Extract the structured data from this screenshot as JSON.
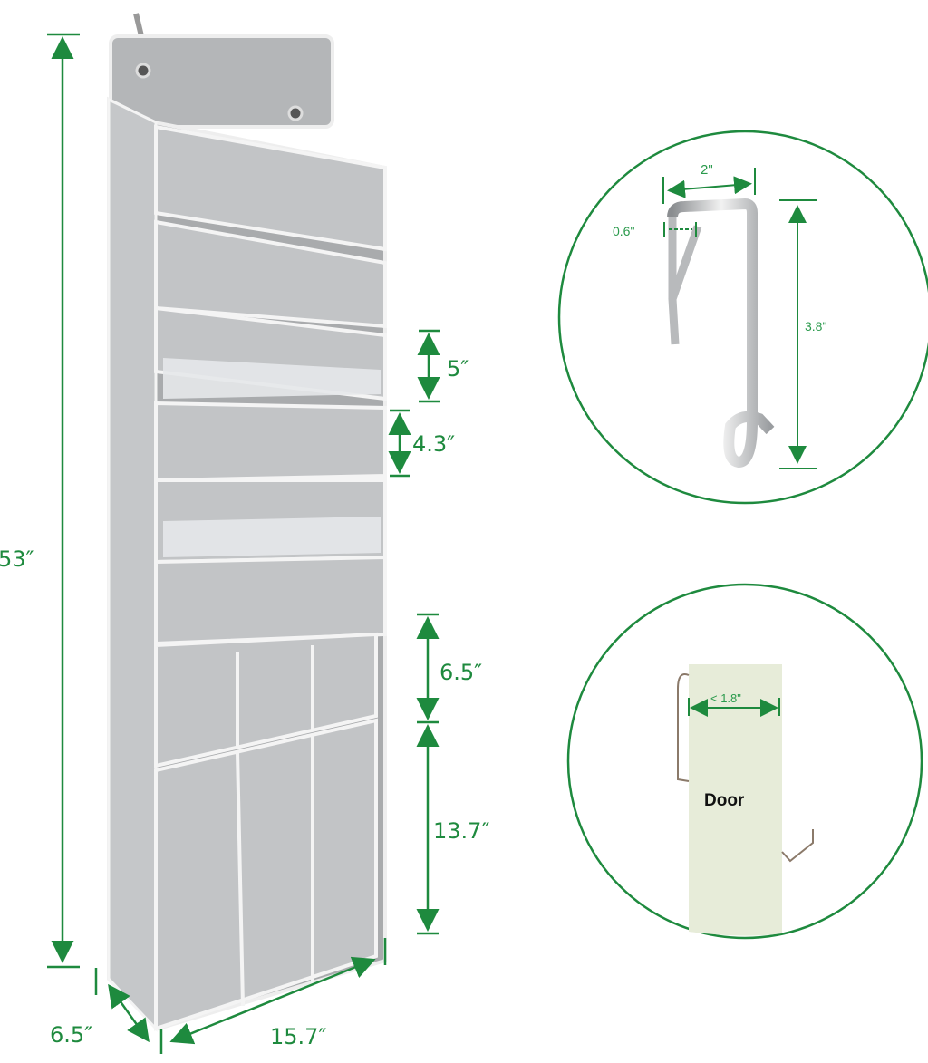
{
  "organizer": {
    "height_label": "53″",
    "pocket_label_1": "5″",
    "pocket_label_2": "4.3″",
    "pocket_label_3": "6.5″",
    "pocket_label_4": "13.7″",
    "depth_label": "6.5″",
    "width_label": "15.7″"
  },
  "hook_detail": {
    "width_label": "2\"",
    "gap_label": "0.6\"",
    "height_label": "3.8\""
  },
  "door_detail": {
    "thickness_label": "< 1.8\"",
    "door_label": "Door"
  },
  "colors": {
    "dimension_green": "#1e8a3e",
    "fabric_grey": "#b9bbbc",
    "trim_white": "#f4f4f4"
  }
}
